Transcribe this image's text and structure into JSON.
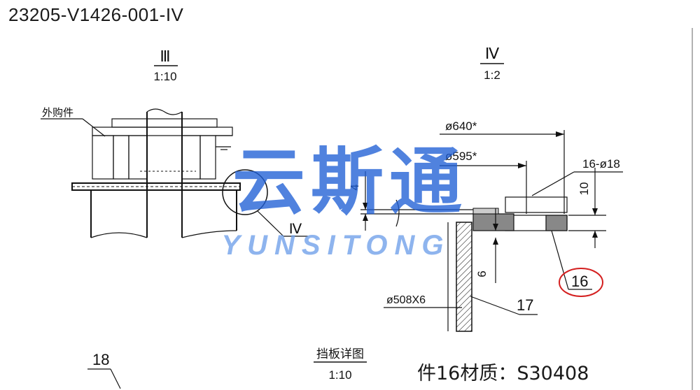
{
  "title": "23205-V1426-001-IV",
  "caption": "件16材质：S30408",
  "watermark": {
    "cn": "云斯通",
    "en": "YUNSITONG",
    "color": "#1f5fd6"
  },
  "view_iii": {
    "label": "Ⅲ",
    "scale": "1:10",
    "part_label": "外购件",
    "detail_ref": "Ⅳ"
  },
  "view_iv": {
    "label": "Ⅳ",
    "scale": "1:2",
    "dims": {
      "d640": "ø640*",
      "d595": "ø595*",
      "holes": "16-ø18",
      "h10": "10",
      "h4": "4",
      "h6": "6",
      "pipe": "ø508X6"
    },
    "parts": {
      "p16": "16",
      "p17": "17"
    }
  },
  "bottom": {
    "part18": "18",
    "detail_title": "挡板详图",
    "detail_scale": "1:10"
  },
  "highlight_color": "#d42020"
}
